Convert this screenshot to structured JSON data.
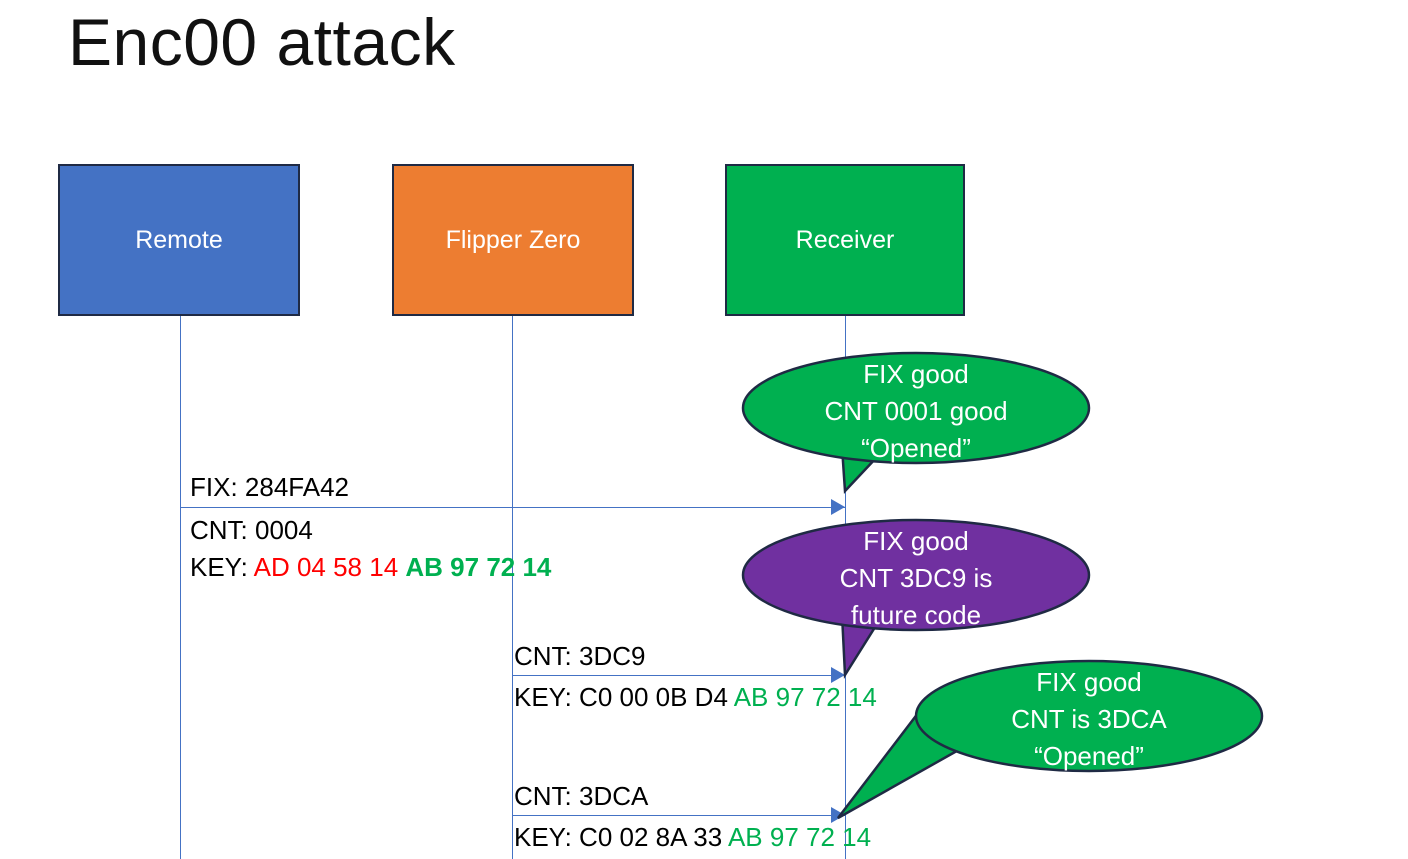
{
  "slide": {
    "title": "Enc00 attack",
    "background": "#FFFFFF"
  },
  "colors": {
    "remote": "#4472C4",
    "flipper": "#ED7D31",
    "receiver": "#00B050",
    "bubble_good": "#00B050",
    "bubble_future": "#7030A0",
    "line": "#4472C4",
    "key_old": "#FF0000",
    "key_shared": "#00B050",
    "outline": "#1F2A44"
  },
  "actors": [
    {
      "id": "remote",
      "label": "Remote"
    },
    {
      "id": "flipper",
      "label": "Flipper Zero"
    },
    {
      "id": "receiver",
      "label": "Receiver"
    }
  ],
  "messages": [
    {
      "id": "msg1",
      "from": "remote",
      "to": "receiver",
      "lines": {
        "fix": "FIX: 284FA42",
        "cnt": "CNT: 0004",
        "key_prefix": "KEY: ",
        "key_old": "AD 04 58 14",
        "key_shared": "AB 97 72 14"
      }
    },
    {
      "id": "msg2",
      "from": "flipper",
      "to": "receiver",
      "lines": {
        "cnt": "CNT: 3DC9",
        "key_prefix": "KEY: C0 00 0B D4 ",
        "key_shared": "AB 97 72 14"
      }
    },
    {
      "id": "msg3",
      "from": "flipper",
      "to": "receiver",
      "lines": {
        "cnt": "CNT: 3DCA",
        "key_prefix": "KEY: C0 02 8A 33 ",
        "key_shared": "AB 97 72 14"
      }
    }
  ],
  "callouts": [
    {
      "id": "callout-1",
      "color": "#00B050",
      "line1": "FIX good",
      "line2": "CNT 0001 good",
      "line3": "“Opened”"
    },
    {
      "id": "callout-2",
      "color": "#7030A0",
      "line1": "FIX good",
      "line2": "CNT 3DC9 is",
      "line3": "future code"
    },
    {
      "id": "callout-3",
      "color": "#00B050",
      "line1": "FIX good",
      "line2": "CNT is 3DCA",
      "line3": "“Opened”"
    }
  ]
}
